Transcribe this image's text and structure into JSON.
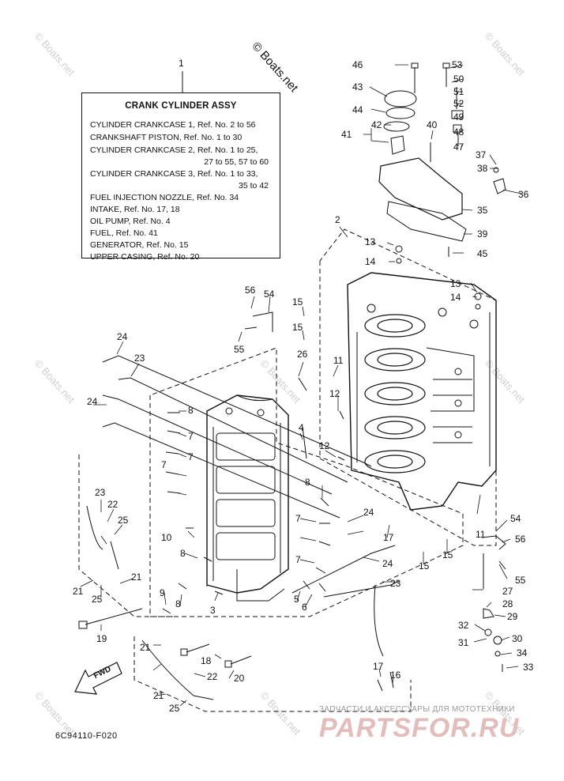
{
  "copyright": "© Boats.net",
  "watermark": "© Boats.net",
  "legend": {
    "ref_number": "1",
    "title": "CRANK CYLINDER ASSY",
    "lines": [
      "CYLINDER CRANKCASE 1,  Ref. No. 2 to 56",
      "CRANKSHAFT PISTON,  Ref. No. 1 to 30",
      "CYLINDER CRANKCASE 2,  Ref. No. 1 to 25,",
      "27 to 55, 57 to 60",
      "CYLINDER CRANKCASE 3,  Ref. No. 1 to 33,",
      "35 to 42",
      "FUEL INJECTION NOZZLE,  Ref. No. 34",
      "INTAKE,  Ref. No. 17, 18",
      "OIL PUMP,  Ref. No. 4",
      "FUEL,  Ref. No. 41",
      "GENERATOR,  Ref. No. 15",
      "UPPER CASING,  Ref. No. 20"
    ]
  },
  "callouts": [
    "46",
    "53",
    "50",
    "43",
    "51",
    "52",
    "44",
    "49",
    "42",
    "40",
    "48",
    "41",
    "47",
    "37",
    "38",
    "36",
    "35",
    "39",
    "2",
    "13",
    "14",
    "45",
    "13",
    "14",
    "56",
    "54",
    "15",
    "15",
    "55",
    "24",
    "23",
    "26",
    "11",
    "12",
    "24",
    "8",
    "7",
    "7",
    "7",
    "4",
    "12",
    "23",
    "22",
    "25",
    "8",
    "7",
    "24",
    "17",
    "10",
    "8",
    "7",
    "24",
    "15",
    "15",
    "21",
    "21",
    "25",
    "9",
    "8",
    "3",
    "5",
    "6",
    "23",
    "19",
    "54",
    "56",
    "55",
    "11",
    "27",
    "28",
    "29",
    "32",
    "30",
    "31",
    "34",
    "33",
    "21",
    "18",
    "22",
    "20",
    "17",
    "16",
    "21",
    "25"
  ],
  "fwd_label": "FWD",
  "figure_code": "6C94110-F020",
  "shop": {
    "tagline": "ЗАПЧАСТИ И АКСЕССУАРЫ ДЛЯ МОТОТЕХНИКИ",
    "logo": "PARTSFOR.RU"
  }
}
